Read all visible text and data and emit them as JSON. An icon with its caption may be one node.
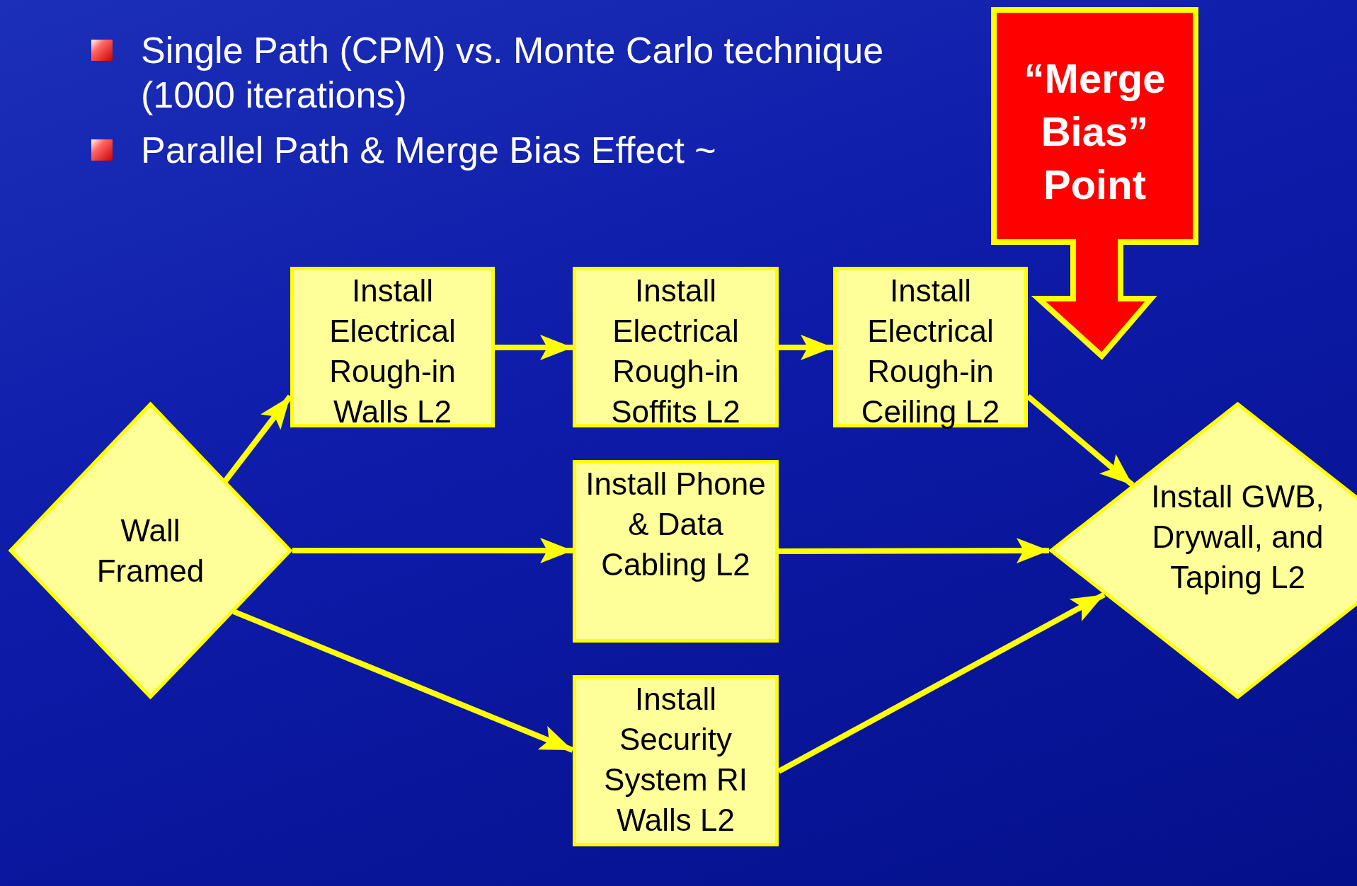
{
  "diagram": {
    "nodes": [
      {
        "text": [
          "Wall Framed"
        ]
      },
      {
        "text": [
          "Install Electrical Rough-in Walls L2"
        ]
      },
      {
        "text": [
          "Install Electrical Rough-in Soffits L2"
        ]
      },
      {
        "text": [
          "Install Electrical Rough-in Ceiling  L2"
        ]
      },
      {
        "text": [
          "Install Phone & Data Cabling L2"
        ]
      },
      {
        "text": [
          "Install Security System RI Walls L2"
        ]
      },
      {
        "text": [
          "Install GWB, Drywall, and Taping L2"
        ]
      },
      {
        "text": [
          "“Merge Bias” Point"
        ]
      }
    ],
    "edges": [
      {
        "from": 0,
        "to": 1,
        "arrow": "to"
      },
      {
        "from": 1,
        "to": 2,
        "arrow": "to"
      },
      {
        "from": 2,
        "to": 3,
        "arrow": "to"
      },
      {
        "from": 3,
        "to": 6,
        "arrow": "to"
      },
      {
        "from": 0,
        "to": 4,
        "arrow": "to"
      },
      {
        "from": 4,
        "to": 6,
        "arrow": "to"
      },
      {
        "from": 0,
        "to": 5,
        "arrow": "to"
      },
      {
        "from": 5,
        "to": 6,
        "arrow": "to"
      }
    ],
    "labels": [
      "Single Path (CPM) vs. Monte Carlo technique (1000 iterations)",
      "Parallel Path & Merge Bias Effect ~"
    ]
  }
}
